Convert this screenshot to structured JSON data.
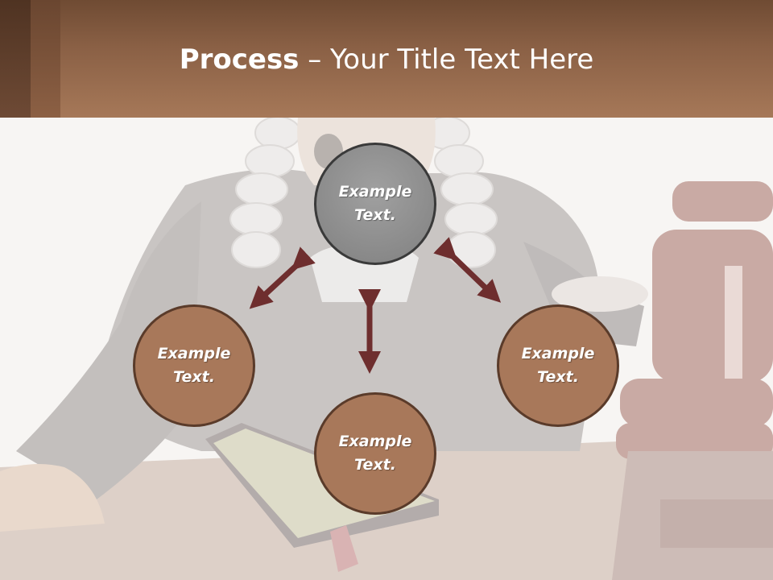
{
  "title": {
    "bold": "Process",
    "rest": " – Your Title Text Here"
  },
  "nodes": [
    {
      "line1": "Example",
      "line2": "Text."
    },
    {
      "line1": "Example",
      "line2": "Text."
    },
    {
      "line1": "Example",
      "line2": "Text."
    },
    {
      "line1": "Example",
      "line2": "Text."
    }
  ],
  "colors": {
    "header": "#a67858",
    "node": "#a8785a",
    "center_node": "#8c8c8c",
    "arrow": "#6e2e2e"
  }
}
